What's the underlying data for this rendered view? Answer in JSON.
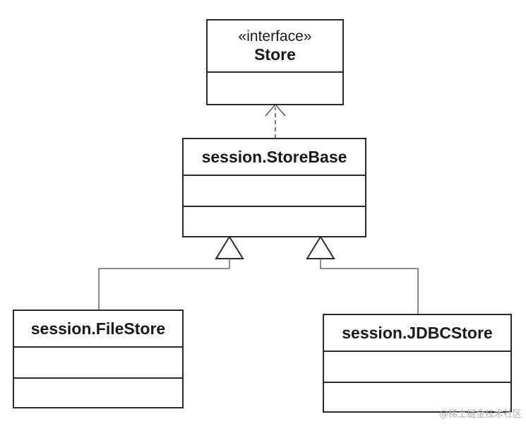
{
  "diagram": {
    "store": {
      "stereotype": "«interface»",
      "name": "Store"
    },
    "store_base": {
      "name": "session.StoreBase"
    },
    "file_store": {
      "name": "session.FileStore"
    },
    "jdbc_store": {
      "name": "session.JDBCStore"
    }
  },
  "watermark": {
    "text": "@稀土掘金技术社区"
  }
}
